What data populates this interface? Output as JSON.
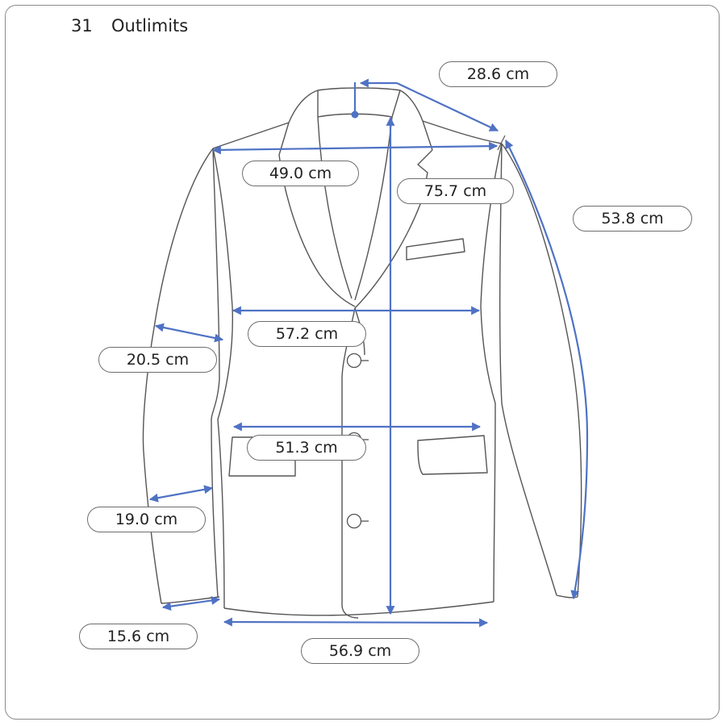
{
  "header": {
    "number": "31",
    "brand": "Outlimits"
  },
  "measurements": {
    "shoulder": "28.6 cm",
    "shoulder_width": "49.0 cm",
    "length": "75.7 cm",
    "sleeve": "53.8 cm",
    "chest": "57.2 cm",
    "upper_arm": "20.5 cm",
    "waist": "51.3 cm",
    "forearm": "19.0 cm",
    "cuff": "15.6 cm",
    "hem": "56.9 cm"
  },
  "colors": {
    "measure_line": "#4f72c4",
    "outline": "#555555"
  }
}
